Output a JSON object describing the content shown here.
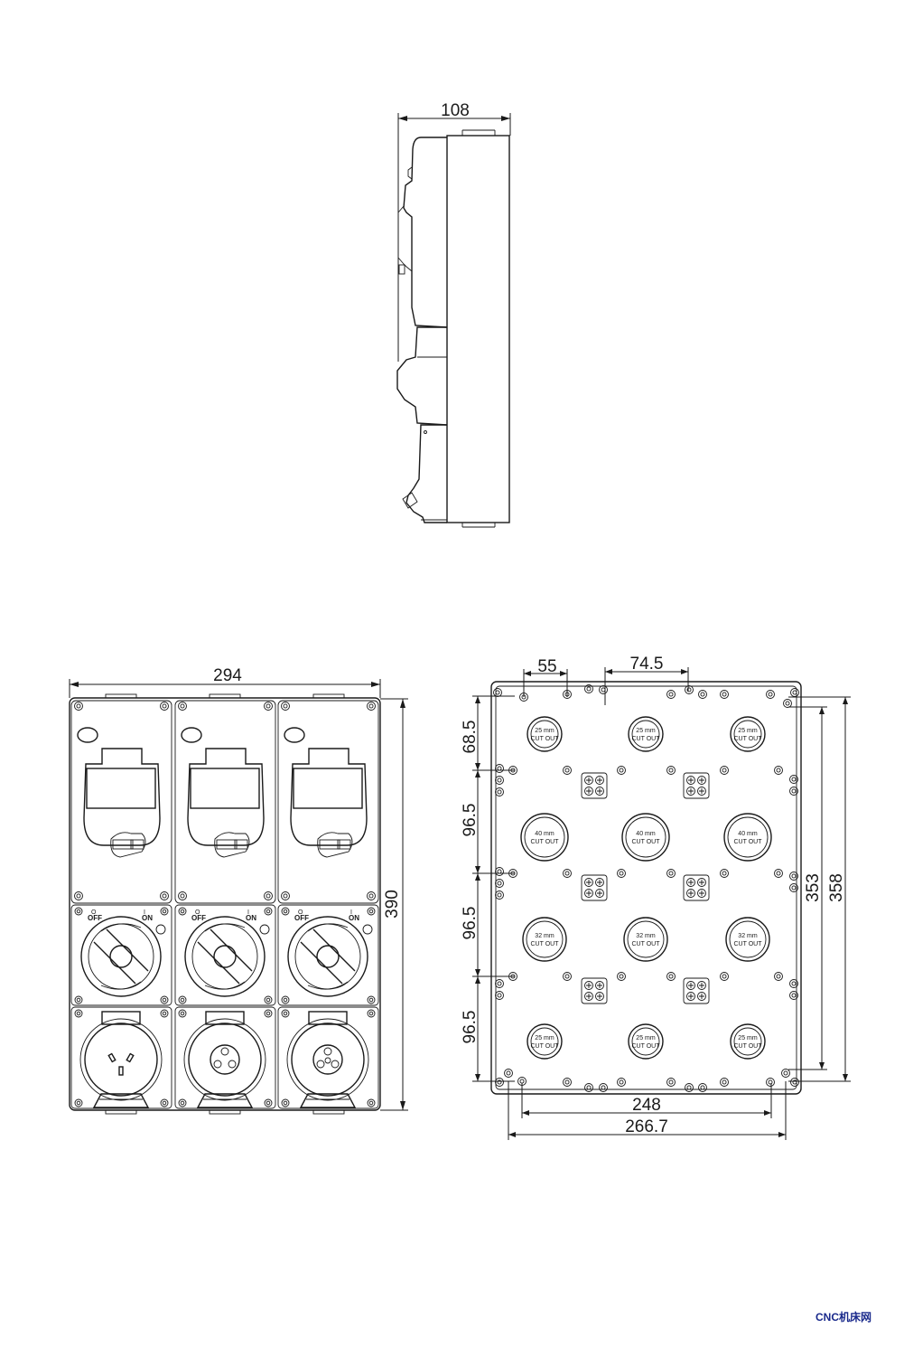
{
  "dimensions": {
    "side_width": "108",
    "front_width": "294",
    "front_height": "390",
    "back_55": "55",
    "back_74_5": "74.5",
    "back_68_5": "68.5",
    "back_96_5_a": "96.5",
    "back_96_5_b": "96.5",
    "back_96_5_c": "96.5",
    "back_353": "353",
    "back_358": "358",
    "back_248": "248",
    "back_266_7": "266.7"
  },
  "switch_labels": {
    "off": "OFF",
    "on": "ON",
    "zero": "O",
    "one": "I"
  },
  "cutouts": {
    "row1": [
      "25 mm",
      "25 mm",
      "25 mm"
    ],
    "row2": [
      "40 mm",
      "40 mm",
      "40 mm"
    ],
    "row3": [
      "32 mm",
      "32 mm",
      "32 mm"
    ],
    "row4": [
      "25 mm",
      "25 mm",
      "25 mm"
    ],
    "cut_out_text": "CUT OUT"
  },
  "watermark": "CNC机床网",
  "colors": {
    "line": "#1a1a1a",
    "watermark": "#1a2a8c"
  }
}
